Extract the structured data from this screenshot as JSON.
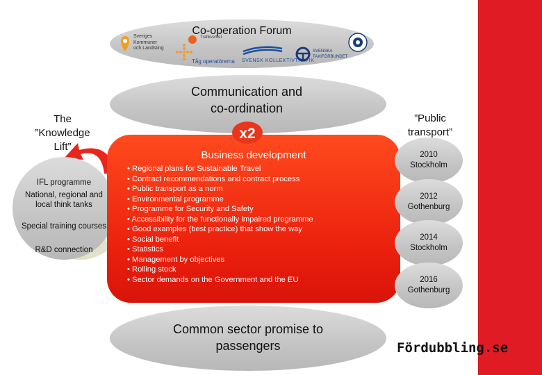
{
  "forum": {
    "title": "Co-operation Forum",
    "logos": [
      {
        "name": "skl-logo",
        "lines": [
          "Sveriges",
          "Kommuner",
          "och Landsting"
        ]
      },
      {
        "name": "trafikverket-logo",
        "text": "Trafikverket"
      },
      {
        "name": "trafikoperatorerna-logo",
        "text": "Tåg operatörerna"
      },
      {
        "name": "svensk-kollektivtrafik-logo",
        "text": "SVENSK KOLLEKTIVTRAFIK"
      },
      {
        "name": "svenska-taxiforbundet-logo",
        "lines": [
          "SVENSKA",
          "TAXIFÖRBUNDET"
        ]
      },
      {
        "name": "bussbranschen-logo"
      }
    ]
  },
  "communication": {
    "title_line1": "Communication and",
    "title_line2": "co-ordination"
  },
  "knowledge": {
    "title_line1": "The",
    "title_line2": "”Knowledge",
    "title_line3": "Lift”",
    "items": [
      "IFL programme",
      "National, regional and local think tanks",
      "Special training courses",
      "R&D connection"
    ]
  },
  "business": {
    "title": "Business development",
    "items": [
      "Regional plans for Sustainable Travel",
      "Contract recommendations and contract process",
      "Public transport as a norm",
      "Environmental programme",
      "Programme for Security and Safety",
      "Accessibility for the functionally impaired programme",
      "Good examples (best practice) that show the way",
      "Social benefit",
      "Statistics",
      "Management by objectives",
      "Rolling stock",
      "Sector demands on the Government and the EU"
    ]
  },
  "x2_logo": {
    "text": "x2"
  },
  "common": {
    "title_line1": "Common sector promise to",
    "title_line2": "passengers"
  },
  "public_transport": {
    "title_line1": "”Public",
    "title_line2": "transport”",
    "events": [
      {
        "year": "2010",
        "city": "Stockholm"
      },
      {
        "year": "2012",
        "city": "Gothenburg"
      },
      {
        "year": "2014",
        "city": "Stockholm"
      },
      {
        "year": "2016",
        "city": "Gothenburg"
      }
    ]
  },
  "brand": {
    "text": "Fördubbling.se"
  },
  "colors": {
    "accent_red": "#e01b24",
    "box_red": "#ea1f0c",
    "ellipse_gray": "#c8c8c8",
    "arrow_red": "#e8261c",
    "arrow_gray": "#e2e2cc"
  }
}
